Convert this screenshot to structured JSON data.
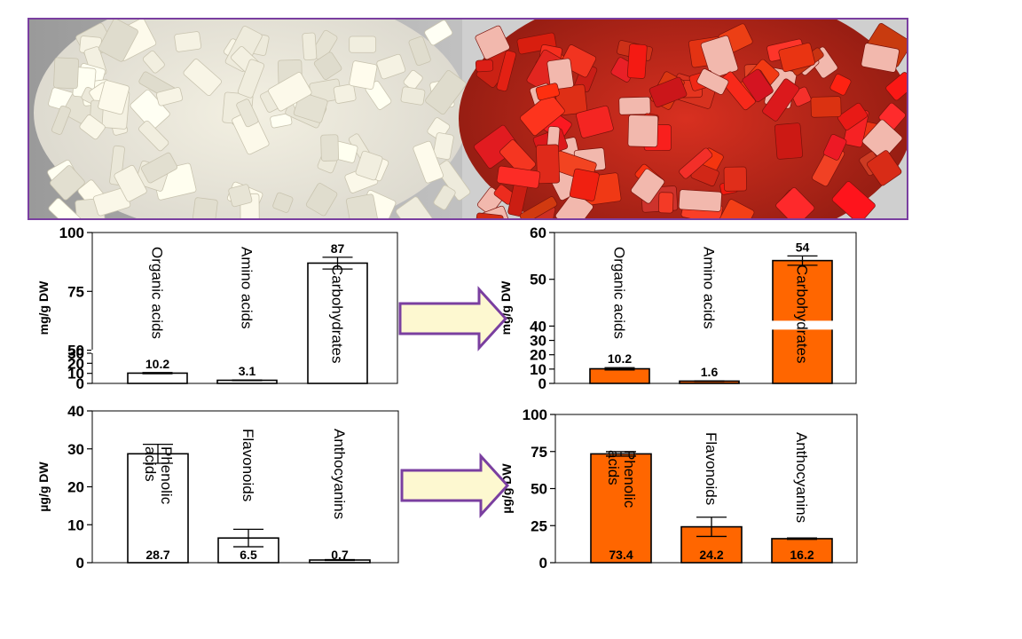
{
  "photo": {
    "left_sample_name": "raw-onion-photo",
    "right_sample_name": "stained-onion-photo",
    "border_color": "#7a3fa0"
  },
  "colors": {
    "treated_bar": "#ff6600",
    "control_bar": "#ffffff",
    "arrow_fill": "#fdf8d0",
    "arrow_stroke": "#7a3fa0"
  },
  "chart_data": [
    {
      "id": "chart-top-left",
      "type": "bar",
      "ylabel": "mg/g DW",
      "categories": [
        "Organic acids",
        "Amino acids",
        "Carbohydrates"
      ],
      "values": [
        10.2,
        3.1,
        87
      ],
      "value_labels": [
        "10.2",
        "3.1",
        "87"
      ],
      "error": [
        0.6,
        0.3,
        2.5
      ],
      "axis_break": {
        "lower": [
          0,
          30
        ],
        "upper": [
          50,
          100
        ]
      },
      "ticks": [
        0,
        10,
        20,
        30,
        50,
        75,
        100
      ],
      "bar_color": "#ffffff",
      "label_position": "above"
    },
    {
      "id": "chart-top-right",
      "type": "bar",
      "ylabel": "mg/g DW",
      "categories": [
        "Organic acids",
        "Amino acids",
        "Carbohydrates"
      ],
      "values": [
        10.2,
        1.6,
        54
      ],
      "value_labels": [
        "10.2",
        "1.6",
        "54"
      ],
      "error": [
        0.8,
        0.2,
        1.0
      ],
      "axis_break": {
        "lower": [
          0,
          40
        ],
        "upper": [
          40,
          60
        ]
      },
      "ticks": [
        0,
        10,
        20,
        30,
        40,
        50,
        60
      ],
      "bar_color": "#ff6600",
      "label_position": "above"
    },
    {
      "id": "chart-bottom-left",
      "type": "bar",
      "ylabel": "µg/g DW",
      "categories": [
        "Phenolic acids",
        "Flavonoids",
        "Anthocyanins"
      ],
      "values": [
        28.7,
        6.5,
        0.7
      ],
      "value_labels": [
        "28.7",
        "6.5",
        "0.7"
      ],
      "error": [
        2.5,
        2.3,
        0.1
      ],
      "ylim": [
        0,
        40
      ],
      "ticks": [
        0,
        10,
        20,
        30,
        40
      ],
      "bar_color": "#ffffff",
      "label_position": "inside"
    },
    {
      "id": "chart-bottom-right",
      "type": "bar",
      "ylabel": "µg/g DW",
      "categories": [
        "Phenolic acids",
        "Flavonoids",
        "Anthocyanins"
      ],
      "values": [
        73.4,
        24.2,
        16.2
      ],
      "value_labels": [
        "73.4",
        "24.2",
        "16.2"
      ],
      "error": [
        1.5,
        6.5,
        0.5
      ],
      "ylim": [
        0,
        100
      ],
      "ticks": [
        0,
        25,
        50,
        75,
        100
      ],
      "bar_color": "#ff6600",
      "label_position": "inside"
    }
  ]
}
